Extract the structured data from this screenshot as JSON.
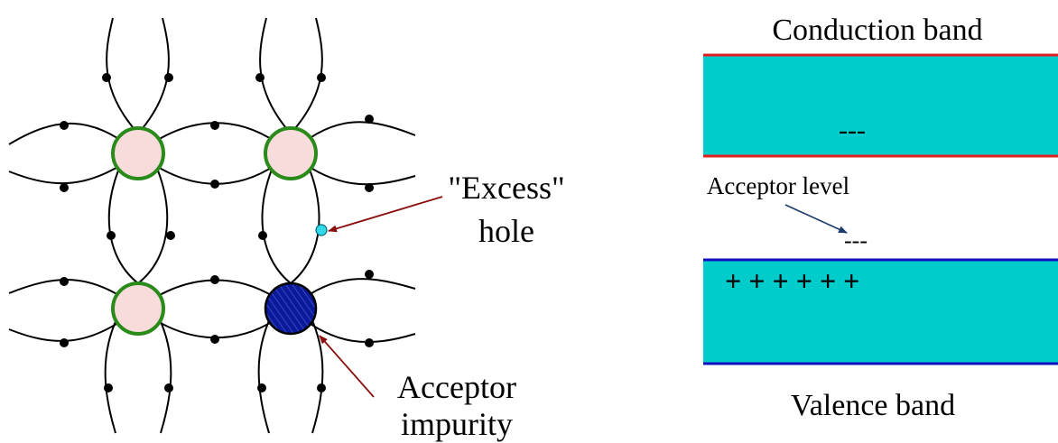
{
  "lattice": {
    "excess_hole_label_line1": "\"Excess\"",
    "excess_hole_label_line2": "hole",
    "acceptor_label_line1": "Acceptor",
    "acceptor_label_line2": "impurity"
  },
  "bands": {
    "conduction_band_label": "Conduction band",
    "conduction_electrons": "---",
    "acceptor_level_label": "Acceptor level",
    "acceptor_level_marks": "---",
    "valence_holes": "+ + + + + +",
    "valence_band_label": "Valence band"
  },
  "colors": {
    "host_atom_fill": "#f8dcdc",
    "host_atom_ring": "#2a8a1a",
    "acceptor_atom_fill": "#0a1a9a",
    "hole_fill": "#30d8e8",
    "band_fill": "#00cccc",
    "conduction_edge": "#e02020",
    "valence_edge": "#1010c0",
    "arrow_color": "#8a1010"
  }
}
